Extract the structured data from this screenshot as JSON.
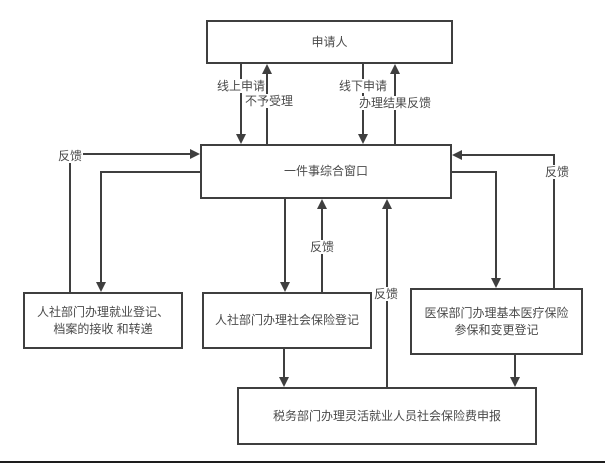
{
  "diagram": {
    "nodes": {
      "applicant": "申请人",
      "window": "一件事综合窗口",
      "hr_employment": "人社部门办理就业登记、档案的接收 和转递",
      "hr_social": "人社部门办理社会保险登记",
      "medical": "医保部门办理基本医疗保险参保和变更登记",
      "tax": "税务部门办理灵活就业人员社会保险费申报"
    },
    "edge_labels": {
      "online_apply": "线上申请",
      "not_accepted": "不予受理",
      "offline_apply": "线下申请",
      "result_feedback": "办理结果反馈",
      "feedback_left": "反馈",
      "feedback_social": "反馈",
      "feedback_tax": "反馈",
      "feedback_medical": "反馈"
    },
    "colors": {
      "line": "#3f3f3f",
      "border": "#3f3f3f",
      "text": "#4a4a4a",
      "background": "#ffffff",
      "bottom_divider": "#1d1d1d"
    }
  }
}
